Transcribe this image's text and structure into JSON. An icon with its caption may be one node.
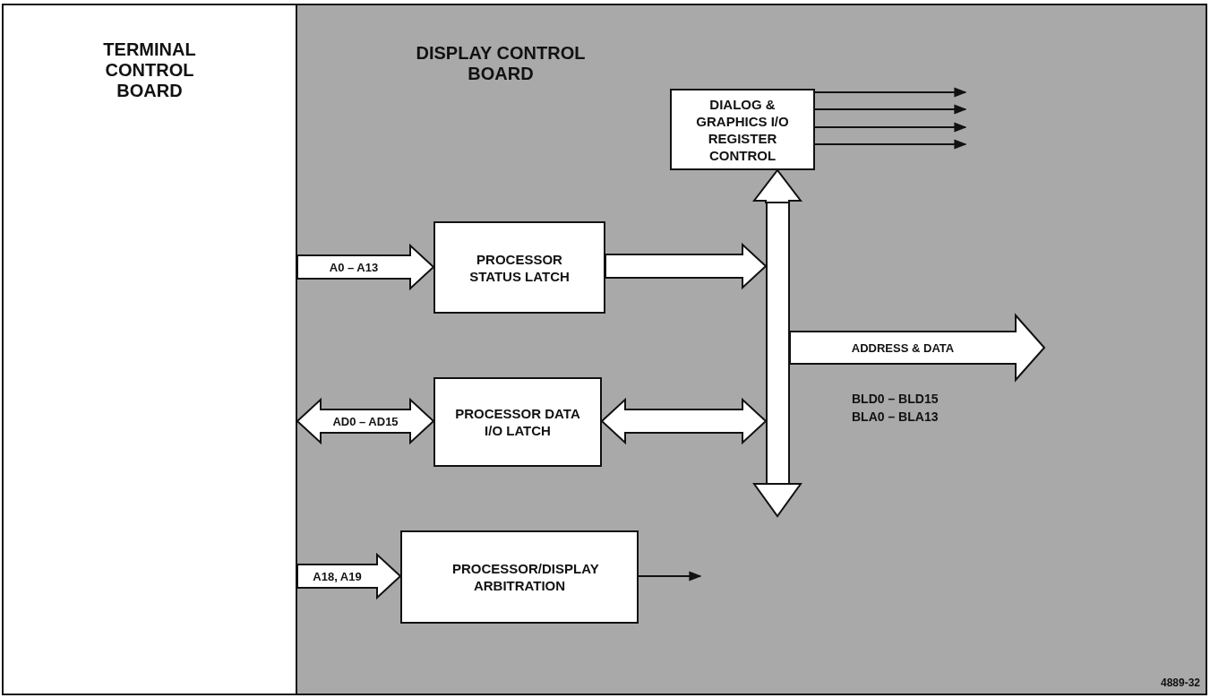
{
  "diagram": {
    "nodes": [
      {
        "text": [
          "TERMINAL CONTROL BOARD"
        ]
      },
      {
        "text": [
          "DISPLAY CONTROL BOARD"
        ]
      },
      {
        "text": [
          "DIALOG & GRAPHICS I/O REGISTER CONTROL"
        ],
        "in": 1
      },
      {
        "text": [
          "PROCESSOR STATUS LATCH"
        ],
        "in": 1
      },
      {
        "text": [
          "PROCESSOR DATA I/O LATCH"
        ],
        "in": 1
      },
      {
        "text": [
          "PROCESSOR/DISPLAY ARBITRATION"
        ],
        "in": 1
      },
      {
        "text": [],
        "shape": "bar",
        "in": 1
      }
    ],
    "edges": [
      {
        "from": 0,
        "to": 3,
        "arrow": "to",
        "label": "A0 – A13",
        "style": "thick"
      },
      {
        "from": 0,
        "to": 4,
        "arrow": "both",
        "label": "AD0 – AD15",
        "style": "thick"
      },
      {
        "from": 0,
        "to": 5,
        "arrow": "to",
        "label": "A18, A19",
        "style": "thick"
      },
      {
        "from": 3,
        "to": 6,
        "arrow": "to",
        "style": "thick"
      },
      {
        "from": 4,
        "to": 6,
        "arrow": "both",
        "style": "thick"
      },
      {
        "from": 6,
        "to": 2,
        "arrow": "to",
        "style": "thick"
      },
      {
        "from": 6,
        "to": null,
        "arrow": "to",
        "style": "thick"
      },
      {
        "from": 6,
        "to": null,
        "arrow": "to",
        "label": "ADDRESS & DATA",
        "style": "thick"
      },
      {
        "from": 2,
        "to": null,
        "arrow": "to"
      },
      {
        "from": 2,
        "to": null,
        "arrow": "to"
      },
      {
        "from": 2,
        "to": null,
        "arrow": "to"
      },
      {
        "from": 2,
        "to": null,
        "arrow": "to"
      },
      {
        "from": 5,
        "to": null,
        "arrow": "to"
      }
    ],
    "labels": [
      "BLD0 – BLD15",
      "BLA0 – BLA13",
      "4889-32"
    ]
  }
}
